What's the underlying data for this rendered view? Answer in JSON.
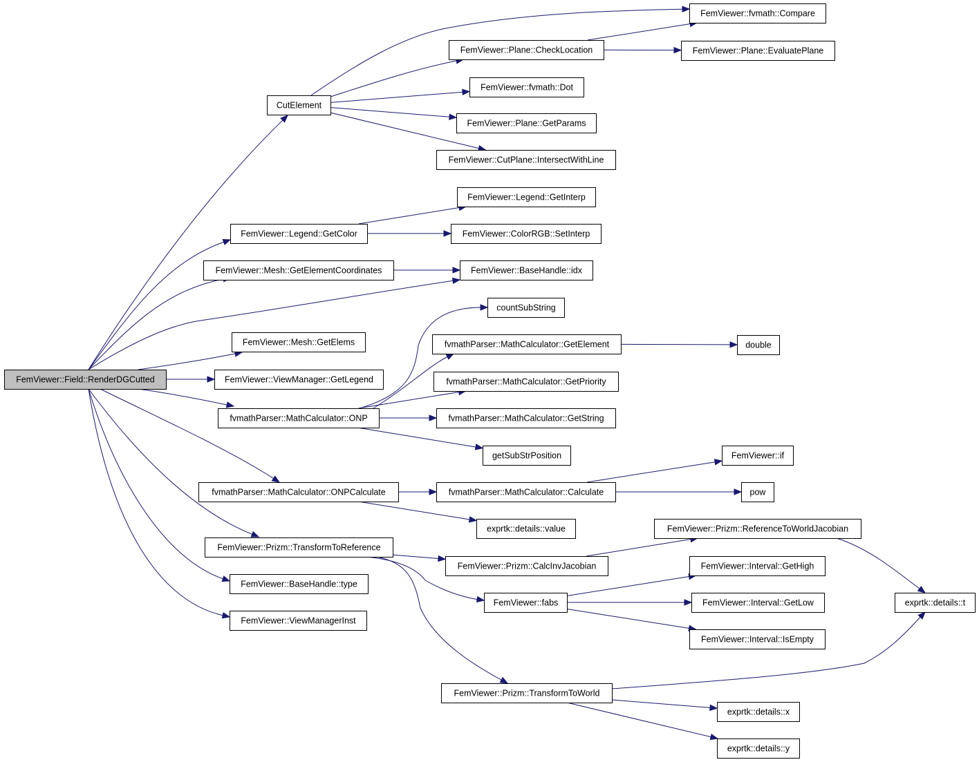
{
  "diagram": {
    "root": "FemViewer::Field::RenderDGCutted",
    "nodes": [
      {
        "id": "root",
        "label": "FemViewer::Field::RenderDGCutted"
      },
      {
        "id": "cut",
        "label": "CutElement"
      },
      {
        "id": "cmp",
        "label": "FemViewer::fvmath::Compare"
      },
      {
        "id": "chk",
        "label": "FemViewer::Plane::CheckLocation"
      },
      {
        "id": "eval",
        "label": "FemViewer::Plane::EvaluatePlane"
      },
      {
        "id": "dot",
        "label": "FemViewer::fvmath::Dot"
      },
      {
        "id": "gpar",
        "label": "FemViewer::Plane::GetParams"
      },
      {
        "id": "isl",
        "label": "FemViewer::CutPlane::IntersectWithLine"
      },
      {
        "id": "ginterp",
        "label": "FemViewer::Legend::GetInterp"
      },
      {
        "id": "gcol",
        "label": "FemViewer::Legend::GetColor"
      },
      {
        "id": "sinterp",
        "label": "FemViewer::ColorRGB::SetInterp"
      },
      {
        "id": "gec",
        "label": "FemViewer::Mesh::GetElementCoordinates"
      },
      {
        "id": "idx",
        "label": "FemViewer::BaseHandle::idx"
      },
      {
        "id": "css",
        "label": "countSubString"
      },
      {
        "id": "mcge",
        "label": "fvmathParser::MathCalculator::GetElement"
      },
      {
        "id": "dbl",
        "label": "double"
      },
      {
        "id": "gel",
        "label": "FemViewer::Mesh::GetElems"
      },
      {
        "id": "gpri",
        "label": "fvmathParser::MathCalculator::GetPriority"
      },
      {
        "id": "gleg",
        "label": "FemViewer::ViewManager::GetLegend"
      },
      {
        "id": "onp",
        "label": "fvmathParser::MathCalculator::ONP"
      },
      {
        "id": "gstr",
        "label": "fvmathParser::MathCalculator::GetString"
      },
      {
        "id": "gssp",
        "label": "getSubStrPosition"
      },
      {
        "id": "fif",
        "label": "FemViewer::if"
      },
      {
        "id": "onpc",
        "label": "fvmathParser::MathCalculator::ONPCalculate"
      },
      {
        "id": "calc",
        "label": "fvmathParser::MathCalculator::Calculate"
      },
      {
        "id": "pow",
        "label": "pow"
      },
      {
        "id": "val",
        "label": "exprtk::details::value"
      },
      {
        "id": "rtwj",
        "label": "FemViewer::Prizm::ReferenceToWorldJacobian"
      },
      {
        "id": "ttr",
        "label": "FemViewer::Prizm::TransformToReference"
      },
      {
        "id": "cij",
        "label": "FemViewer::Prizm::CalcInvJacobian"
      },
      {
        "id": "ghigh",
        "label": "FemViewer::Interval::GetHigh"
      },
      {
        "id": "type",
        "label": "FemViewer::BaseHandle::type"
      },
      {
        "id": "fabs",
        "label": "FemViewer::fabs"
      },
      {
        "id": "glow",
        "label": "FemViewer::Interval::GetLow"
      },
      {
        "id": "det",
        "label": "exprtk::details::t"
      },
      {
        "id": "vmi",
        "label": "FemViewer::ViewManagerInst"
      },
      {
        "id": "isem",
        "label": "FemViewer::Interval::IsEmpty"
      },
      {
        "id": "ttw",
        "label": "FemViewer::Prizm::TransformToWorld"
      },
      {
        "id": "dx",
        "label": "exprtk::details::x"
      },
      {
        "id": "dy",
        "label": "exprtk::details::y"
      }
    ],
    "edges": [
      [
        "root",
        "cut"
      ],
      [
        "root",
        "gcol"
      ],
      [
        "root",
        "gec"
      ],
      [
        "root",
        "idx"
      ],
      [
        "root",
        "gel"
      ],
      [
        "root",
        "gleg"
      ],
      [
        "root",
        "onp"
      ],
      [
        "root",
        "onpc"
      ],
      [
        "root",
        "ttr"
      ],
      [
        "root",
        "type"
      ],
      [
        "root",
        "vmi"
      ],
      [
        "cut",
        "cmp"
      ],
      [
        "cut",
        "chk"
      ],
      [
        "cut",
        "dot"
      ],
      [
        "cut",
        "gpar"
      ],
      [
        "cut",
        "isl"
      ],
      [
        "chk",
        "cmp"
      ],
      [
        "chk",
        "eval"
      ],
      [
        "gcol",
        "ginterp"
      ],
      [
        "gcol",
        "sinterp"
      ],
      [
        "gec",
        "idx"
      ],
      [
        "onp",
        "css"
      ],
      [
        "onp",
        "mcge"
      ],
      [
        "onp",
        "gpri"
      ],
      [
        "onp",
        "gstr"
      ],
      [
        "onp",
        "gssp"
      ],
      [
        "mcge",
        "dbl"
      ],
      [
        "onpc",
        "calc"
      ],
      [
        "onpc",
        "val"
      ],
      [
        "calc",
        "fif"
      ],
      [
        "calc",
        "pow"
      ],
      [
        "ttr",
        "cij"
      ],
      [
        "ttr",
        "fabs"
      ],
      [
        "ttr",
        "ttw"
      ],
      [
        "cij",
        "rtwj"
      ],
      [
        "rtwj",
        "det"
      ],
      [
        "fabs",
        "ghigh"
      ],
      [
        "fabs",
        "glow"
      ],
      [
        "fabs",
        "isem"
      ],
      [
        "ttw",
        "det"
      ],
      [
        "ttw",
        "dx"
      ],
      [
        "ttw",
        "dy"
      ]
    ]
  }
}
